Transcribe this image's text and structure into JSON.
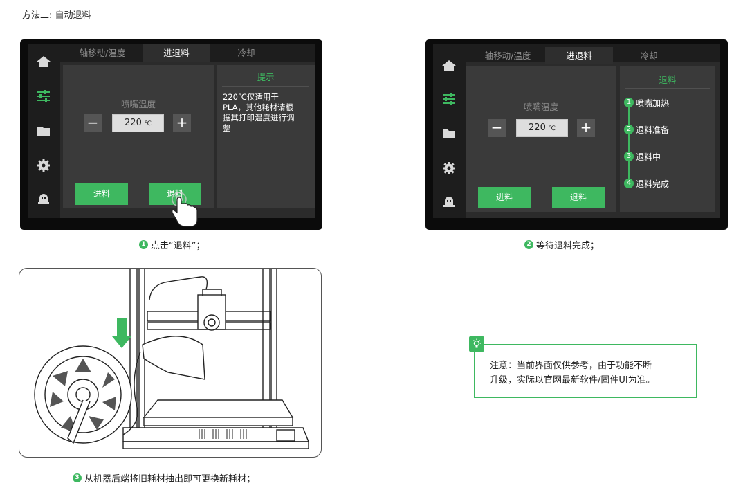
{
  "page_title": "方法二: 自动退料",
  "tabs": [
    "轴移动/温度",
    "进退料",
    "冷却"
  ],
  "sidebar_icons": [
    "home-icon",
    "sliders-icon",
    "folder-icon",
    "gear-icon",
    "robot-icon"
  ],
  "screen1": {
    "temp_label": "喷嘴温度",
    "minus": "−",
    "plus": "+",
    "temp_value": "220",
    "temp_unit": "℃",
    "load_button": "进料",
    "unload_button": "退料",
    "info_title": "提示",
    "info_lines": [
      "220℃仅适用于",
      "PLA，其他耗材请根",
      "据其打印温度进行调",
      "整"
    ]
  },
  "screen2": {
    "temp_label": "喷嘴温度",
    "minus": "−",
    "plus": "+",
    "temp_value": "220",
    "temp_unit": "℃",
    "load_button": "进料",
    "unload_button": "退料",
    "info_title": "退料",
    "steps": [
      {
        "num": "1",
        "label": "喷嘴加热"
      },
      {
        "num": "2",
        "label": "退料准备"
      },
      {
        "num": "3",
        "label": "退料中"
      },
      {
        "num": "4",
        "label": "退料完成"
      }
    ]
  },
  "captions": {
    "step1_num": "1",
    "step1": "点击“退料”；",
    "step2_num": "2",
    "step2": "等待退料完成；",
    "step3_num": "3",
    "step3": "从机器后端将旧耗材抽出即可更换新耗材；"
  },
  "note": {
    "lines": [
      "注意：当前界面仅供参考，由于功能不断",
      "升级，实际以官网最新软件/固件UI为准。"
    ]
  },
  "colors": {
    "accent": "#3eb860",
    "screen_bg": "#2b2b2b",
    "bezel": "#0b0b0b"
  }
}
